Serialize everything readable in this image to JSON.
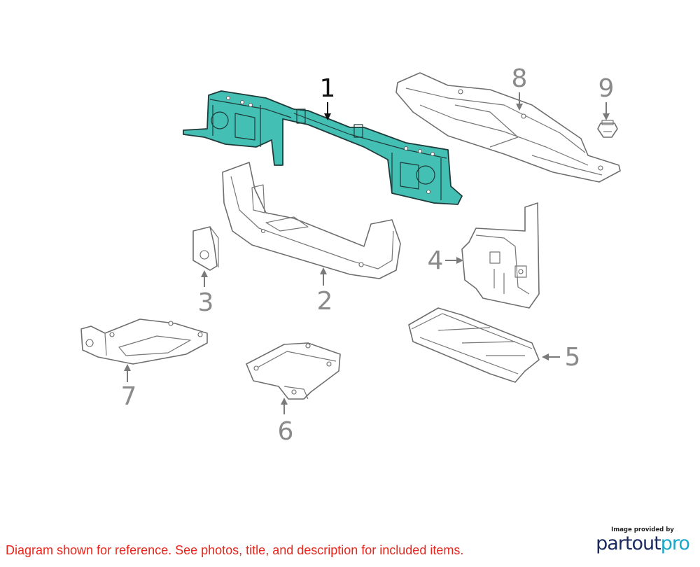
{
  "diagram": {
    "callouts": [
      {
        "id": "1",
        "label": "1"
      },
      {
        "id": "2",
        "label": "2"
      },
      {
        "id": "3",
        "label": "3"
      },
      {
        "id": "4",
        "label": "4"
      },
      {
        "id": "5",
        "label": "5"
      },
      {
        "id": "6",
        "label": "6"
      },
      {
        "id": "7",
        "label": "7"
      },
      {
        "id": "8",
        "label": "8"
      },
      {
        "id": "9",
        "label": "9"
      }
    ],
    "highlighted_part": "1",
    "colors": {
      "highlight": "#43bfb3",
      "outline": "#6f6f6f",
      "disclaimer": "#e8261c"
    }
  },
  "footer": {
    "disclaimer": "Diagram shown for reference. See photos, title, and description for included items."
  },
  "brand": {
    "caption": "Image provided by",
    "name_part1": "partout",
    "name_part2": "pro"
  }
}
